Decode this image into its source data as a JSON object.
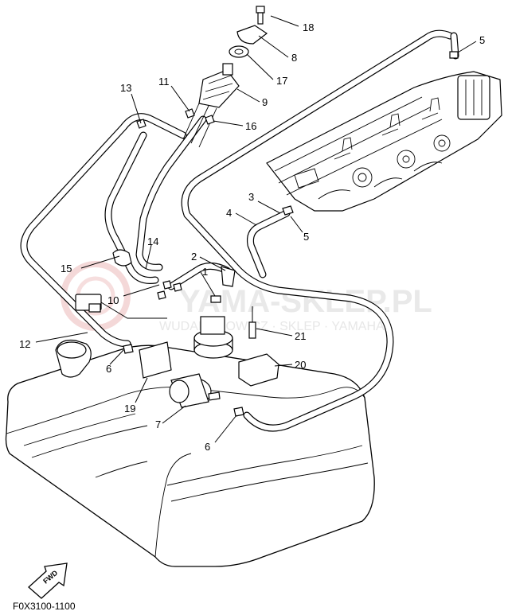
{
  "watermark": {
    "main": "YAMA-SKLEP.PL",
    "sub": "WUDARCHOWICZ · SKLEP · YAMAHA"
  },
  "diagram_code": "F0X3100-1100",
  "fwd_label": "FWD",
  "callouts": [
    {
      "id": "1",
      "label": "1"
    },
    {
      "id": "2",
      "label": "2"
    },
    {
      "id": "3",
      "label": "3"
    },
    {
      "id": "4",
      "label": "4"
    },
    {
      "id": "5a",
      "label": "5"
    },
    {
      "id": "5b",
      "label": "5"
    },
    {
      "id": "6a",
      "label": "6"
    },
    {
      "id": "6b",
      "label": "6"
    },
    {
      "id": "7",
      "label": "7"
    },
    {
      "id": "8",
      "label": "8"
    },
    {
      "id": "9",
      "label": "9"
    },
    {
      "id": "10",
      "label": "10"
    },
    {
      "id": "11",
      "label": "11"
    },
    {
      "id": "12",
      "label": "12"
    },
    {
      "id": "13",
      "label": "13"
    },
    {
      "id": "14",
      "label": "14"
    },
    {
      "id": "15",
      "label": "15"
    },
    {
      "id": "16",
      "label": "16"
    },
    {
      "id": "17",
      "label": "17"
    },
    {
      "id": "18",
      "label": "18"
    },
    {
      "id": "19",
      "label": "19"
    },
    {
      "id": "20",
      "label": "20"
    },
    {
      "id": "21",
      "label": "21"
    }
  ]
}
